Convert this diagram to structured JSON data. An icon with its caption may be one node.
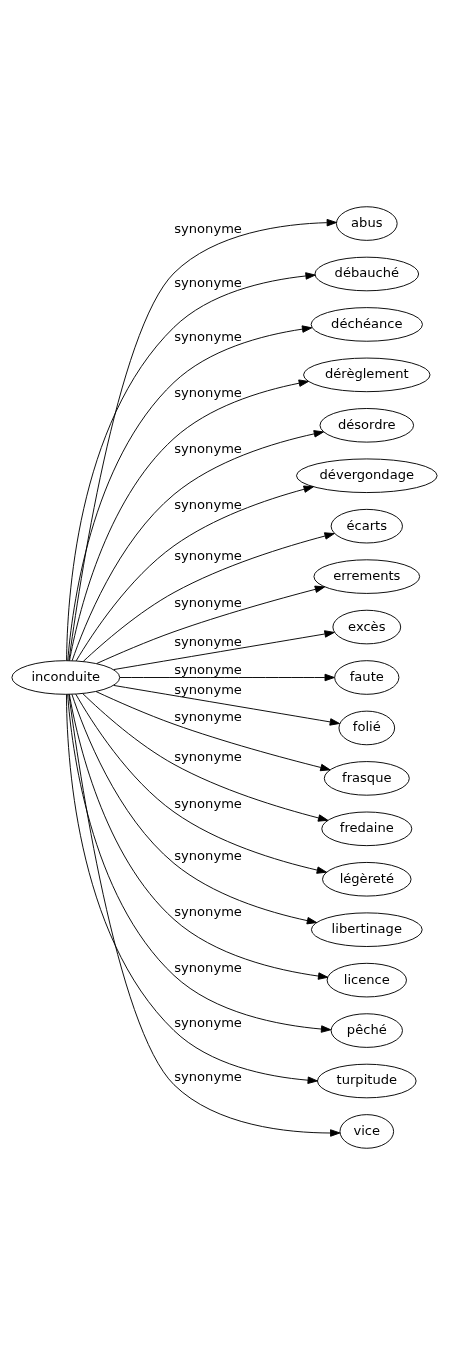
{
  "diagram": {
    "nodes": [
      {
        "text": [
          "inconduite"
        ]
      },
      {
        "text": [
          "abus"
        ]
      },
      {
        "text": [
          "débauché"
        ]
      },
      {
        "text": [
          "déchéance"
        ]
      },
      {
        "text": [
          "dérèglement"
        ]
      },
      {
        "text": [
          "désordre"
        ]
      },
      {
        "text": [
          "dévergondage"
        ]
      },
      {
        "text": [
          "écarts"
        ]
      },
      {
        "text": [
          "errements"
        ]
      },
      {
        "text": [
          "excès"
        ]
      },
      {
        "text": [
          "faute"
        ]
      },
      {
        "text": [
          "folié"
        ]
      },
      {
        "text": [
          "frasque"
        ]
      },
      {
        "text": [
          "fredaine"
        ]
      },
      {
        "text": [
          "légèreté"
        ]
      },
      {
        "text": [
          "libertinage"
        ]
      },
      {
        "text": [
          "licence"
        ]
      },
      {
        "text": [
          "pêché"
        ]
      },
      {
        "text": [
          "turpitude"
        ]
      },
      {
        "text": [
          "vice"
        ]
      }
    ],
    "edges": [
      {
        "from": 0,
        "to": 1,
        "arrow": "to",
        "label": "synonyme"
      },
      {
        "from": 0,
        "to": 2,
        "arrow": "to",
        "label": "synonyme"
      },
      {
        "from": 0,
        "to": 3,
        "arrow": "to",
        "label": "synonyme"
      },
      {
        "from": 0,
        "to": 4,
        "arrow": "to",
        "label": "synonyme"
      },
      {
        "from": 0,
        "to": 5,
        "arrow": "to",
        "label": "synonyme"
      },
      {
        "from": 0,
        "to": 6,
        "arrow": "to",
        "label": "synonyme"
      },
      {
        "from": 0,
        "to": 7,
        "arrow": "to",
        "label": "synonyme"
      },
      {
        "from": 0,
        "to": 8,
        "arrow": "to",
        "label": "synonyme"
      },
      {
        "from": 0,
        "to": 9,
        "arrow": "to",
        "label": "synonyme"
      },
      {
        "from": 0,
        "to": 10,
        "arrow": "to",
        "label": "synonyme"
      },
      {
        "from": 0,
        "to": 11,
        "arrow": "to",
        "label": "synonyme"
      },
      {
        "from": 0,
        "to": 12,
        "arrow": "to",
        "label": "synonyme"
      },
      {
        "from": 0,
        "to": 13,
        "arrow": "to",
        "label": "synonyme"
      },
      {
        "from": 0,
        "to": 14,
        "arrow": "to",
        "label": "synonyme"
      },
      {
        "from": 0,
        "to": 15,
        "arrow": "to",
        "label": "synonyme"
      },
      {
        "from": 0,
        "to": 16,
        "arrow": "to",
        "label": "synonyme"
      },
      {
        "from": 0,
        "to": 17,
        "arrow": "to",
        "label": "synonyme"
      },
      {
        "from": 0,
        "to": 18,
        "arrow": "to",
        "label": "synonyme"
      },
      {
        "from": 0,
        "to": 19,
        "arrow": "to",
        "label": "synonyme"
      }
    ]
  }
}
